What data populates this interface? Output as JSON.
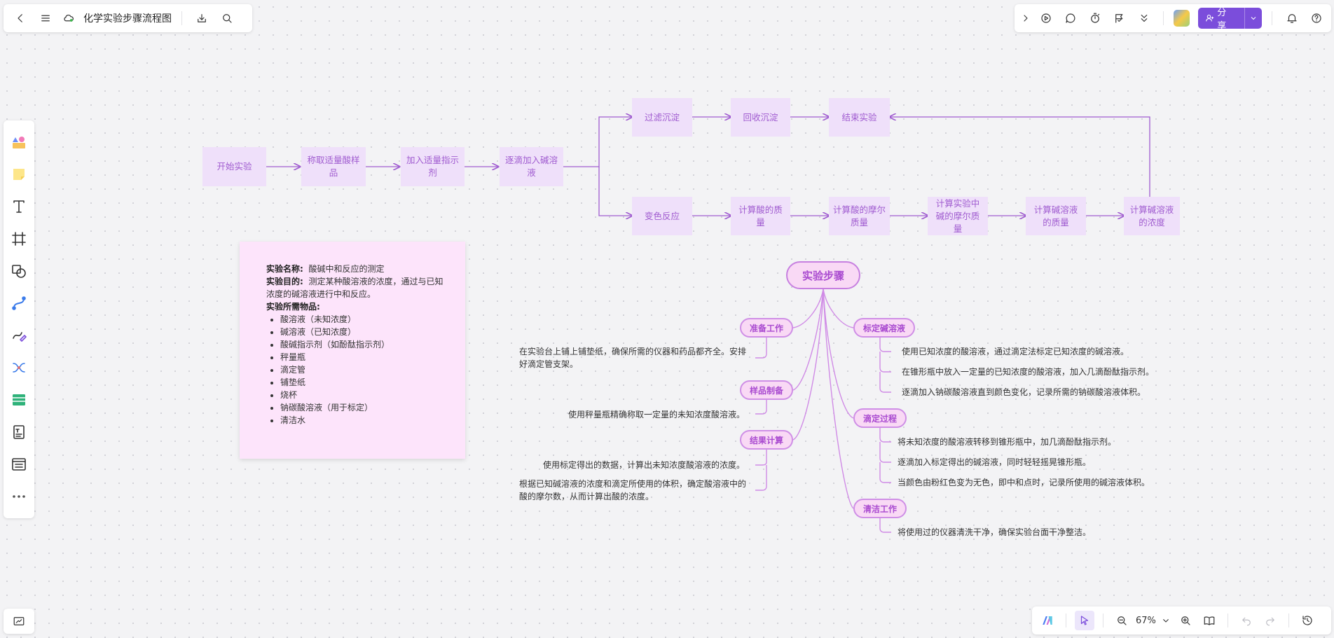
{
  "header": {
    "title": "化学实验步骤流程图",
    "share_label": "分享"
  },
  "zoom": "67%",
  "flow": {
    "start": "开始实验",
    "weigh": "称取适量酸样品",
    "indicator": "加入适量指示剂",
    "titrate": "逐滴加入碱溶液",
    "filter": "过滤沉淀",
    "recover": "回收沉淀",
    "end": "结束实验",
    "color_change": "变色反应",
    "acid_mass": "计算酸的质量",
    "acid_molar": "计算酸的摩尔质量",
    "base_molar": "计算实验中碱的摩尔质量",
    "base_mass": "计算碱溶液的质量",
    "base_conc": "计算碱溶液的浓度"
  },
  "info": {
    "name_label": "实验名称:",
    "name_value": "酸碱中和反应的测定",
    "purpose_label": "实验目的:",
    "purpose_value": "测定某种酸溶液的浓度，通过与已知浓度的碱溶液进行中和反应。",
    "materials_label": "实验所需物品:",
    "materials": [
      "酸溶液（未知浓度）",
      "碱溶液（已知浓度）",
      "酸碱指示剂（如酚酞指示剂）",
      "秤量瓶",
      "滴定管",
      "铺垫纸",
      "烧杯",
      "钠碳酸溶液（用于标定）",
      "清洁水"
    ]
  },
  "mindmap": {
    "root": "实验步骤",
    "prep": {
      "label": "准备工作",
      "items": [
        "在实验台上铺上铺垫纸，确保所需的仪器和药品都齐全。安排好滴定管支架。"
      ]
    },
    "sample": {
      "label": "样品制备",
      "items": [
        "使用秤量瓶精确称取一定量的未知浓度酸溶液。"
      ]
    },
    "result": {
      "label": "结果计算",
      "items": [
        "使用标定得出的数据，计算出未知浓度酸溶液的浓度。",
        "根据已知碱溶液的浓度和滴定所使用的体积，确定酸溶液中的酸的摩尔数，从而计算出酸的浓度。"
      ]
    },
    "calib": {
      "label": "标定碱溶液",
      "items": [
        "使用已知浓度的酸溶液，通过滴定法标定已知浓度的碱溶液。",
        "在锥形瓶中放入一定量的已知浓度的酸溶液，加入几滴酚酞指示剂。",
        "逐滴加入钠碳酸溶液直到颜色变化，记录所需的钠碳酸溶液体积。"
      ]
    },
    "titration": {
      "label": "滴定过程",
      "items": [
        "将未知浓度的酸溶液转移到锥形瓶中，加几滴酚酞指示剂。",
        "逐滴加入标定得出的碱溶液，同时轻轻摇晃锥形瓶。",
        "当颜色由粉红色变为无色，即中和点时，记录所使用的碱溶液体积。"
      ]
    },
    "cleanup": {
      "label": "清洁工作",
      "items": [
        "将使用过的仪器清洗干净，确保实验台面干净整洁。"
      ]
    }
  }
}
